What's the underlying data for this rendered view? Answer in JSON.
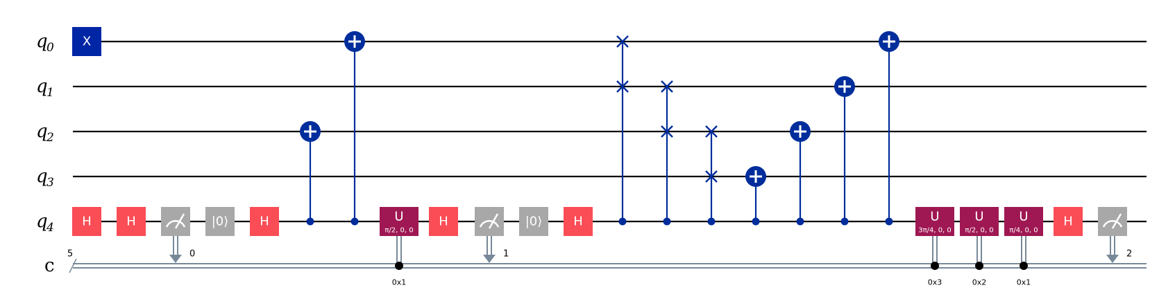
{
  "qubits": [
    {
      "name": "q",
      "index": "0"
    },
    {
      "name": "q",
      "index": "1"
    },
    {
      "name": "q",
      "index": "2"
    },
    {
      "name": "q",
      "index": "3"
    },
    {
      "name": "q",
      "index": "4"
    }
  ],
  "classical": {
    "name": "c",
    "size": "5"
  },
  "gates": [
    {
      "type": "x",
      "q": 0,
      "col": 0,
      "label": "X"
    },
    {
      "type": "h",
      "q": 4,
      "col": 0,
      "label": "H"
    },
    {
      "type": "h",
      "q": 4,
      "col": 1,
      "label": "H"
    },
    {
      "type": "measure",
      "q": 4,
      "col": 2,
      "bit": "0"
    },
    {
      "type": "reset",
      "q": 4,
      "col": 3,
      "label": "|0⟩"
    },
    {
      "type": "h",
      "q": 4,
      "col": 4,
      "label": "H"
    },
    {
      "type": "cx",
      "c": 4,
      "t": 2,
      "col": 5
    },
    {
      "type": "cx",
      "c": 4,
      "t": 0,
      "col": 6
    },
    {
      "type": "u",
      "q": 4,
      "col": 7,
      "label": "U",
      "params": "π/2, 0, 0",
      "cond": "0x1"
    },
    {
      "type": "h",
      "q": 4,
      "col": 8,
      "label": "H"
    },
    {
      "type": "measure",
      "q": 4,
      "col": 9,
      "bit": "1"
    },
    {
      "type": "reset",
      "q": 4,
      "col": 10,
      "label": "|0⟩"
    },
    {
      "type": "h",
      "q": 4,
      "col": 11,
      "label": "H"
    },
    {
      "type": "cswap",
      "c": 4,
      "a": 0,
      "b": 1,
      "col": 12
    },
    {
      "type": "cswap",
      "c": 4,
      "a": 1,
      "b": 2,
      "col": 13
    },
    {
      "type": "cswap",
      "c": 4,
      "a": 2,
      "b": 3,
      "col": 14
    },
    {
      "type": "cx",
      "c": 4,
      "t": 3,
      "col": 15
    },
    {
      "type": "cx",
      "c": 4,
      "t": 2,
      "col": 16
    },
    {
      "type": "cx",
      "c": 4,
      "t": 1,
      "col": 17
    },
    {
      "type": "cx",
      "c": 4,
      "t": 0,
      "col": 18
    },
    {
      "type": "u",
      "q": 4,
      "col": 19,
      "label": "U",
      "params": "3π/4, 0, 0",
      "cond": "0x3"
    },
    {
      "type": "u",
      "q": 4,
      "col": 20,
      "label": "U",
      "params": "π/2, 0, 0",
      "cond": "0x2"
    },
    {
      "type": "u",
      "q": 4,
      "col": 21,
      "label": "U",
      "params": "π/4, 0, 0",
      "cond": "0x1"
    },
    {
      "type": "h",
      "q": 4,
      "col": 22,
      "label": "H"
    },
    {
      "type": "measure",
      "q": 4,
      "col": 23,
      "bit": "2"
    }
  ],
  "colors": {
    "x": "#0026a6",
    "ctrl": "#002d9c",
    "h": "#fa4d56",
    "measure": "#a8a8a8",
    "reset": "#a8a8a8",
    "u": "#9f1853",
    "classical": "#778899",
    "wire": "#000000"
  }
}
